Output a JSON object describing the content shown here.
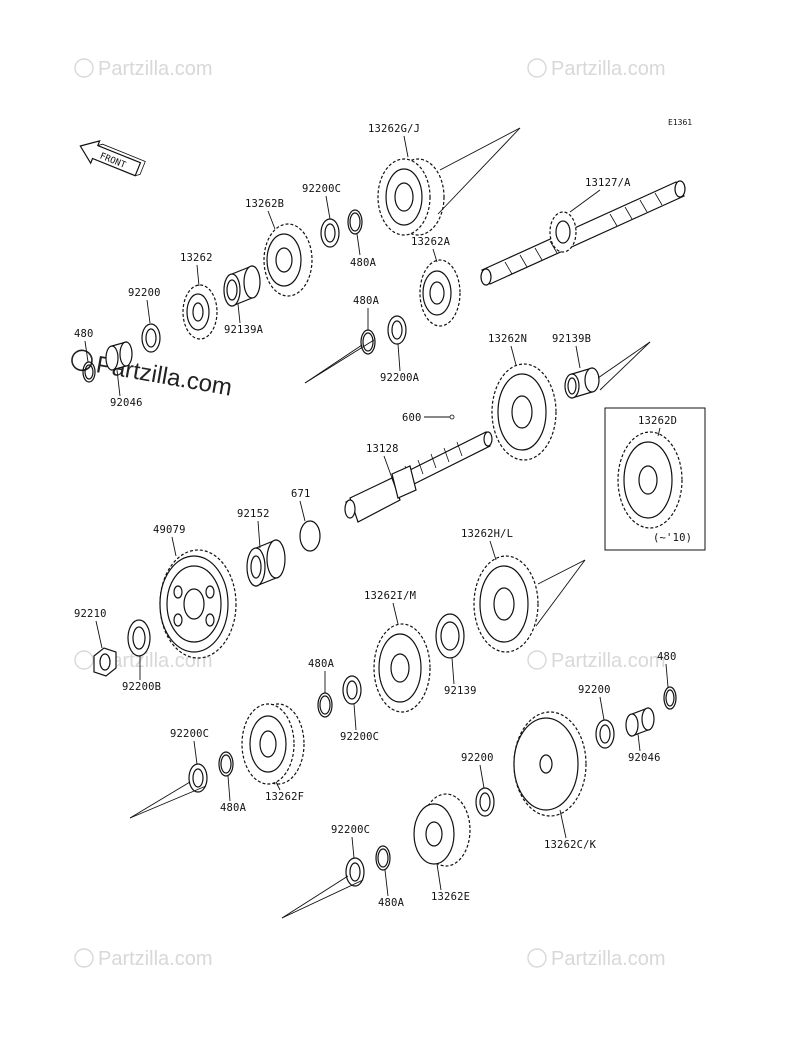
{
  "diagram_code": "E1361",
  "front_label": "FRONT",
  "watermark_text": "Partzilla.com",
  "inset_note": "(~'10)",
  "parts": {
    "p13262GJ": "13262G/J",
    "p13127A": "13127/A",
    "p92200C_top": "92200C",
    "p13262B": "13262B",
    "p480A_top": "480A",
    "p13262A": "13262A",
    "p13262": "13262",
    "p92139A": "92139A",
    "p92200_top": "92200",
    "p480A_mid": "480A",
    "p92200A": "92200A",
    "p480_left": "480",
    "p92046_left": "92046",
    "p13262N": "13262N",
    "p92139B": "92139B",
    "p600": "600",
    "p13262D": "13262D",
    "p13128": "13128",
    "p671": "671",
    "p92152": "92152",
    "p49079": "49079",
    "p13262HL": "13262H/L",
    "p13262IM": "13262I/M",
    "p92210": "92210",
    "p92200B": "92200B",
    "p92139": "92139",
    "p480A_low": "480A",
    "p92200C_low": "92200C",
    "p480_right": "480",
    "p92200_right": "92200",
    "p92046_right": "92046",
    "p92200C_bl": "92200C",
    "p480A_bl": "480A",
    "p13262F": "13262F",
    "p92200_bot": "92200",
    "p13262CK": "13262C/K",
    "p92200C_bot": "92200C",
    "p480A_bot": "480A",
    "p13262E": "13262E"
  }
}
